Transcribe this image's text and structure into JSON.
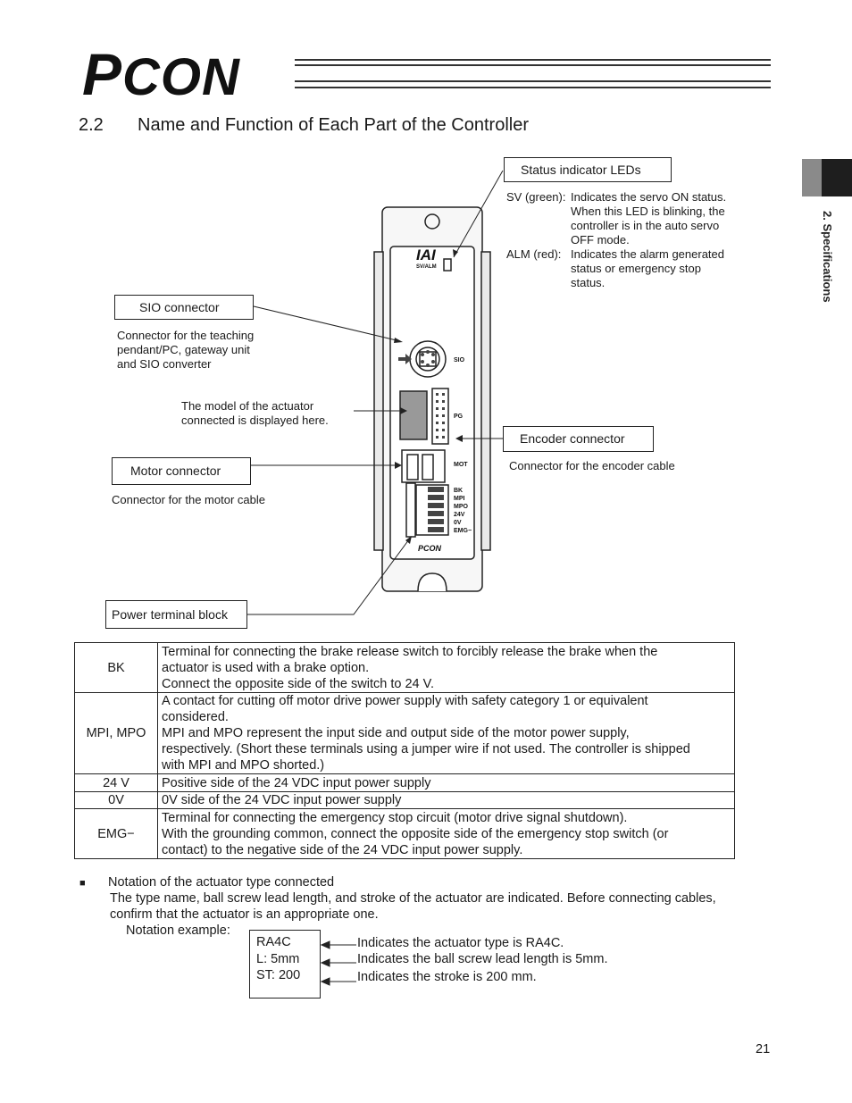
{
  "header": {
    "logo_p": "P",
    "logo_rest": "CON"
  },
  "section": {
    "number": "2.2",
    "title": "Name and Function of Each Part of the Controller"
  },
  "side_tab": {
    "label": "2. Specifications"
  },
  "device": {
    "brand": "IAI",
    "led_label": "SV/ALM",
    "port_sio": "SIO",
    "port_pg": "PG",
    "port_mot": "MOT",
    "terminals": [
      "BK",
      "MPI",
      "MPO",
      "24V",
      "0V",
      "EMG−"
    ],
    "bottom_logo": "PCON"
  },
  "callouts": {
    "status_leds": {
      "title": "Status indicator LEDs",
      "sv_key": "SV (green):",
      "sv_lines": [
        "Indicates the servo ON status.",
        "When this LED is blinking, the",
        "controller is in the auto servo",
        "OFF mode."
      ],
      "alm_key": "ALM (red):",
      "alm_lines": [
        "Indicates the alarm generated",
        "status or emergency stop",
        "status."
      ]
    },
    "sio": {
      "title": "SIO connector",
      "desc": [
        "Connector for the teaching",
        "pendant/PC, gateway unit",
        "and SIO converter"
      ]
    },
    "model": {
      "desc": [
        "The model of the actuator",
        "connected is displayed here."
      ]
    },
    "encoder": {
      "title": "Encoder connector",
      "desc": "Connector for the encoder cable"
    },
    "motor": {
      "title": "Motor connector",
      "desc": "Connector for the motor cable"
    },
    "power": {
      "title": "Power terminal block"
    }
  },
  "table": {
    "rows": [
      {
        "key": "BK",
        "lines": [
          "Terminal for connecting the brake release switch to forcibly release the brake when the",
          "actuator is used with a brake option.",
          "Connect the opposite side of the switch to 24 V."
        ]
      },
      {
        "key": "MPI, MPO",
        "lines": [
          "A contact for cutting off motor drive power supply with safety category 1 or equivalent",
          "considered.",
          "MPI and MPO represent the input side and output side of the motor power supply,",
          "respectively. (Short these terminals using a jumper wire if not used. The controller is shipped",
          "with MPI and MPO shorted.)"
        ]
      },
      {
        "key": "24 V",
        "lines": [
          "Positive side of the 24 VDC input power supply"
        ]
      },
      {
        "key": "0V",
        "lines": [
          "0V side of the 24 VDC input power supply"
        ]
      },
      {
        "key": "EMG−",
        "lines": [
          "Terminal for connecting the emergency stop circuit (motor drive signal shutdown).",
          "With the grounding common, connect the opposite side of the emergency stop switch (or",
          "contact) to the negative side of the 24 VDC input power supply."
        ]
      }
    ]
  },
  "notation": {
    "bullet": "■",
    "heading": "Notation of the actuator type connected",
    "body_1": "The type name, ball screw lead length, and stroke of the actuator are indicated. Before connecting cables,",
    "body_2": "confirm that the actuator is an appropriate one.",
    "example_label": "Notation example:",
    "example_lines": [
      "RA4C",
      "L: 5mm",
      "ST: 200"
    ],
    "explanations": [
      "Indicates the actuator type is RA4C.",
      "Indicates the ball screw lead length is 5mm.",
      "Indicates the stroke is 200 mm."
    ]
  },
  "page_number": "21"
}
